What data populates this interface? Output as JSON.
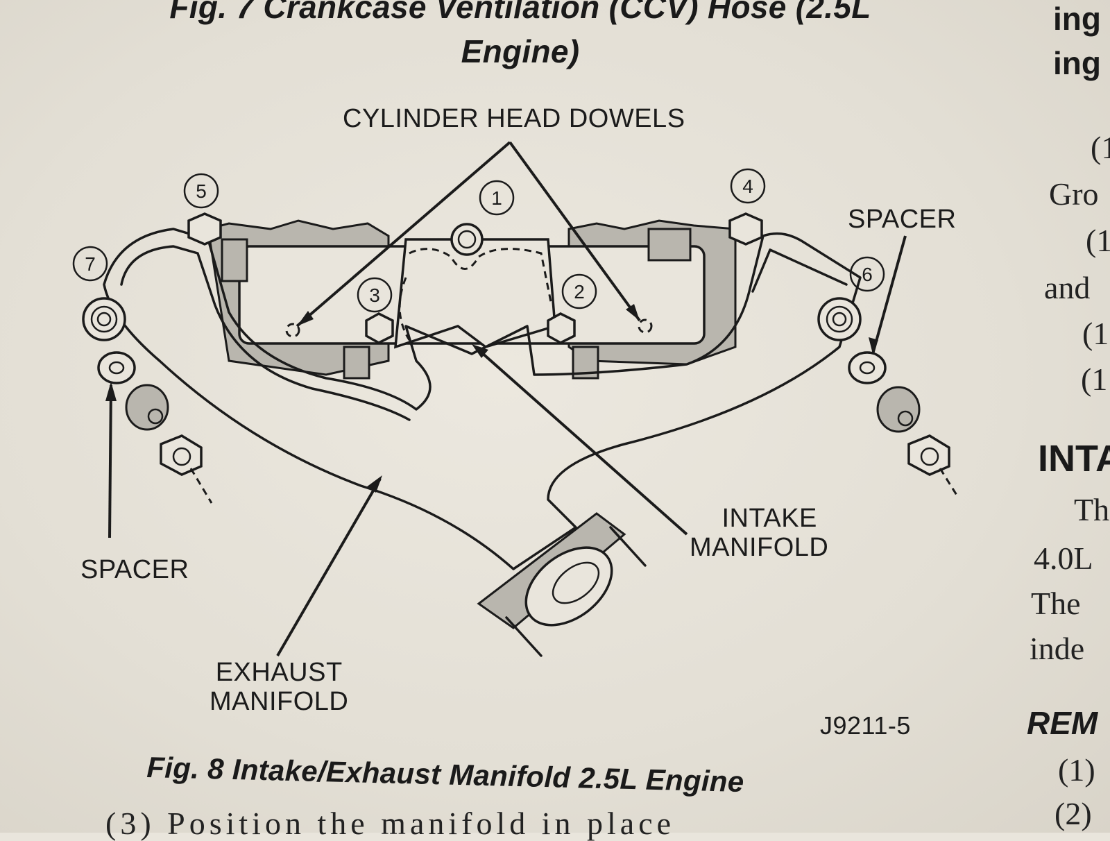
{
  "figure7": {
    "caption": "Fig. 7 Crankcase Ventilation (CCV) Hose (2.5L Engine)"
  },
  "figure8": {
    "caption": "Fig. 8 Intake/Exhaust Manifold 2.5L Engine",
    "code": "J9211-5",
    "labels": {
      "cylinder_head_dowels": "CYLINDER HEAD DOWELS",
      "spacer_right": "SPACER",
      "spacer_left": "SPACER",
      "intake_manifold_line1": "INTAKE",
      "intake_manifold_line2": "MANIFOLD",
      "exhaust_manifold_line1": "EXHAUST",
      "exhaust_manifold_line2": "MANIFOLD"
    },
    "sequence_numbers": [
      "1",
      "2",
      "3",
      "4",
      "5",
      "6",
      "7"
    ]
  },
  "body_text": {
    "bottom_line": "(3) Position the manifold in place"
  },
  "right_column_fragments": [
    "ing",
    "ing",
    "(1",
    "Gro",
    "(1",
    "and",
    "(1",
    "(1",
    "INTA",
    "Th",
    "4.0L",
    "The",
    "inde",
    "REM",
    "(1)",
    "(2)"
  ]
}
